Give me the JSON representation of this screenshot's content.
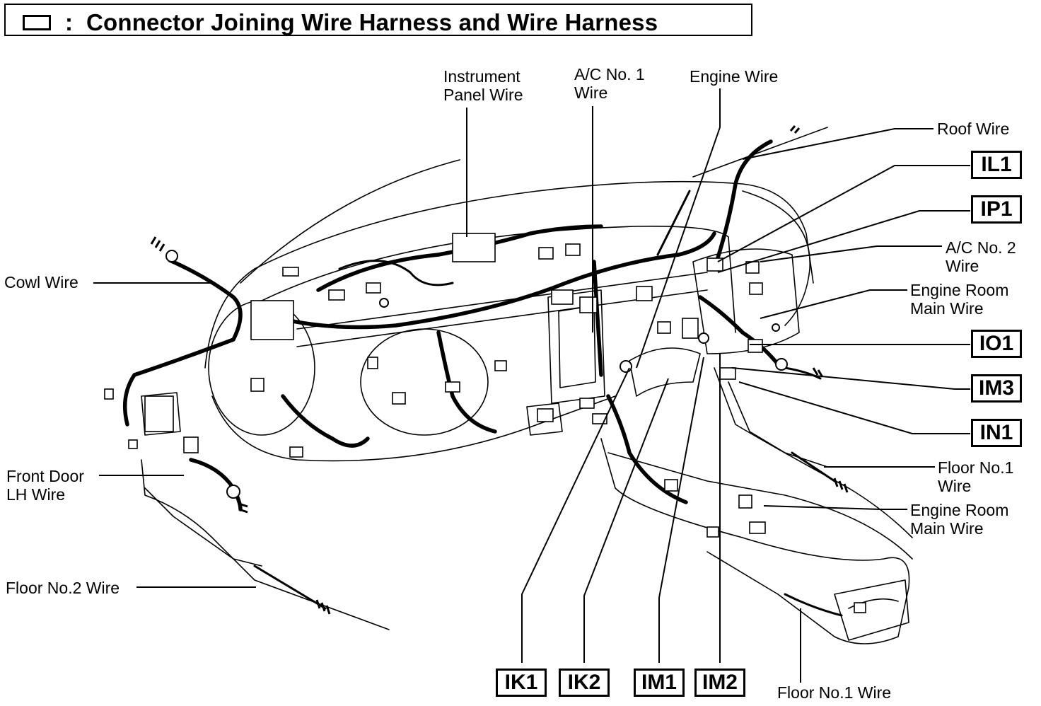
{
  "title": {
    "separator": ":",
    "text": "Connector Joining Wire Harness and Wire Harness"
  },
  "labels": {
    "instrument_panel_wire_1": "Instrument",
    "instrument_panel_wire_2": "Panel Wire",
    "ac_no1_wire_1": "A/C No. 1",
    "ac_no1_wire_2": "Wire",
    "engine_wire": "Engine Wire",
    "roof_wire": "Roof Wire",
    "ac_no2_wire_1": "A/C No. 2",
    "ac_no2_wire_2": "Wire",
    "engine_room_main_wire_top_1": "Engine Room",
    "engine_room_main_wire_top_2": "Main Wire",
    "cowl_wire": "Cowl Wire",
    "front_door_lh_wire_1": "Front Door",
    "front_door_lh_wire_2": "LH Wire",
    "floor_no1_wire_right_1": "Floor No.1",
    "floor_no1_wire_right_2": "Wire",
    "engine_room_main_wire_bottom_1": "Engine Room",
    "engine_room_main_wire_bottom_2": "Main Wire",
    "floor_no2_wire": "Floor No.2 Wire",
    "floor_no1_wire_bottom": "Floor No.1 Wire"
  },
  "codes": {
    "il1": "IL1",
    "ip1": "IP1",
    "io1": "IO1",
    "im3": "IM3",
    "in1": "IN1",
    "ik1": "IK1",
    "ik2": "IK2",
    "im1": "IM1",
    "im2": "IM2"
  },
  "colors": {
    "ink": "#000000",
    "paper": "#ffffff"
  }
}
